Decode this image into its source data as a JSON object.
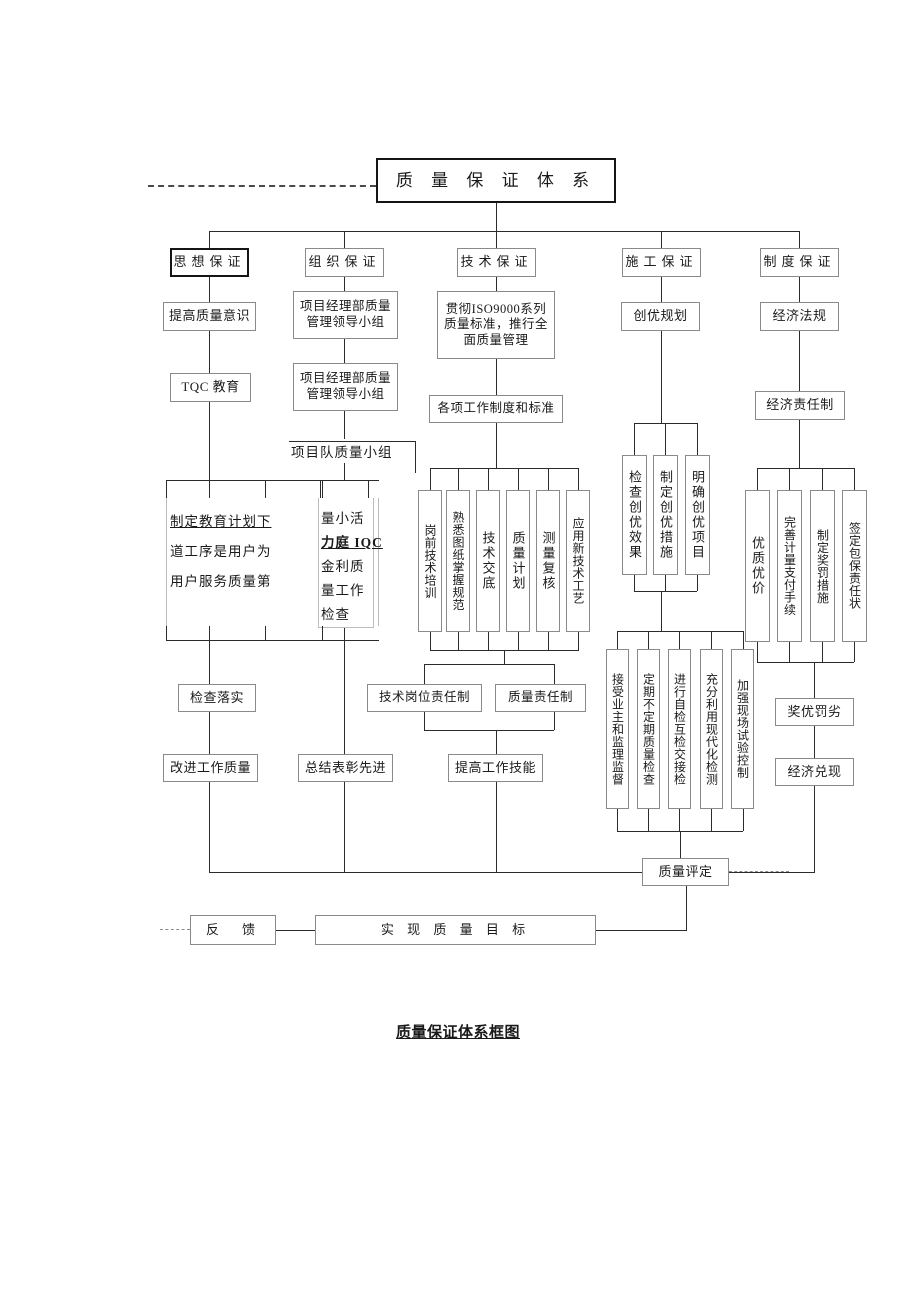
{
  "diagram": {
    "title_box": "质 量 保 证 体 系",
    "caption": "质量保证体系框图",
    "columns": [
      {
        "key": "ideology",
        "header": "思想保证"
      },
      {
        "key": "organization",
        "header": "组织保证"
      },
      {
        "key": "technology",
        "header": "技术保证"
      },
      {
        "key": "construction",
        "header": "施工保证"
      },
      {
        "key": "institution",
        "header": "制度保证"
      }
    ],
    "ideology": {
      "n1": "提高质量意识",
      "n2": "TQC 教育",
      "branch_text_lines": [
        "制定教育计划下",
        "道工序是用户为",
        "用户服务质量第"
      ],
      "n3": "检查落实",
      "n4": "改进工作质量"
    },
    "organization": {
      "n1": "项目经理部质量\n管理领导小组",
      "n2": "项目经理部质量\n管理领导小组",
      "group_label": "项目队质量小组",
      "branch_text_lines": [
        "量小活",
        "力庭 IQC",
        "金利质",
        "量工作",
        "检查"
      ],
      "n3": "总结表彰先进"
    },
    "technology": {
      "n1": "贯彻ISO9000系列\n质量标准，推行全\n面质量管理",
      "n2": "各项工作制度和标准",
      "vboxes": [
        "岗前技术培训",
        "熟悉图纸掌握规范",
        "技术交底",
        "质量计划",
        "测量复核",
        "应用新技术工艺"
      ],
      "n3": "技术岗位责任制",
      "n4": "质量责任制",
      "n5": "提高工作技能"
    },
    "construction": {
      "n1": "创优规划",
      "vboxes_top": [
        "检查创优效果",
        "制定创优措施",
        "明确创优项目"
      ],
      "vboxes_bottom": [
        "接受业主和监理监督",
        "定期不定期质量检查",
        "进行自检互检交接检",
        "充分利用现代化检测",
        "加强现场试验控制"
      ]
    },
    "institution": {
      "n1": "经济法规",
      "n2": "经济责任制",
      "vboxes": [
        "优质优价",
        "完善计量支付手续",
        "制定奖罚措施",
        "签定包保责任状"
      ],
      "n3": "奖优罚劣",
      "n4": "经济兑现"
    },
    "bottom": {
      "evaluate": "质量评定",
      "feedback": "反　馈",
      "goal": "实 现 质 量 目 标"
    }
  }
}
